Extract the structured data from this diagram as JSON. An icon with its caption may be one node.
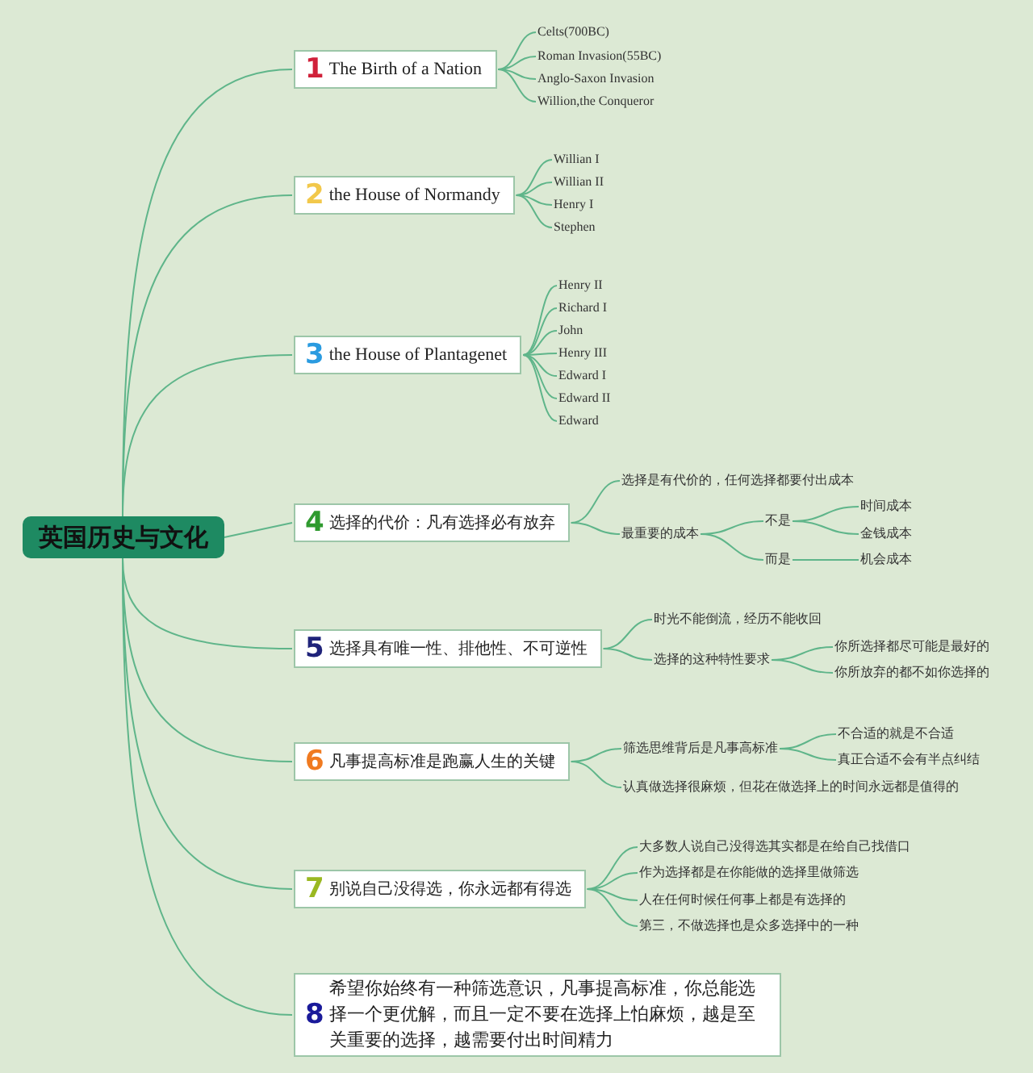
{
  "diagram": {
    "nodes": [
      {
        "text": [
          "英国历史与文化"
        ]
      },
      {
        "text": [
          "1",
          "The Birth of a Nation"
        ]
      },
      {
        "text": [
          "Celts(700BC)"
        ]
      },
      {
        "text": [
          "Roman Invasion(55BC)"
        ]
      },
      {
        "text": [
          "Anglo-Saxon Invasion"
        ]
      },
      {
        "text": [
          "Willion,the Conqueror"
        ]
      },
      {
        "text": [
          "2",
          "the House of Normandy"
        ]
      },
      {
        "text": [
          "Willian I"
        ]
      },
      {
        "text": [
          "Willian II"
        ]
      },
      {
        "text": [
          "Henry I"
        ]
      },
      {
        "text": [
          "Stephen"
        ]
      },
      {
        "text": [
          "3",
          "the House of Plantagenet"
        ]
      },
      {
        "text": [
          "Henry II"
        ]
      },
      {
        "text": [
          "Richard I"
        ]
      },
      {
        "text": [
          "John"
        ]
      },
      {
        "text": [
          "Henry III"
        ]
      },
      {
        "text": [
          "Edward I"
        ]
      },
      {
        "text": [
          "Edward II"
        ]
      },
      {
        "text": [
          "Edward"
        ]
      },
      {
        "text": [
          "4",
          "选择的代价：凡有选择必有放弃"
        ]
      },
      {
        "text": [
          "选择是有代价的，任何选择都要付出成本"
        ]
      },
      {
        "text": [
          "最重要的成本"
        ]
      },
      {
        "text": [
          "不是"
        ]
      },
      {
        "text": [
          "时间成本"
        ]
      },
      {
        "text": [
          "金钱成本"
        ]
      },
      {
        "text": [
          "而是"
        ]
      },
      {
        "text": [
          "机会成本"
        ]
      },
      {
        "text": [
          "5",
          "选择具有唯一性、排他性、不可逆性"
        ]
      },
      {
        "text": [
          "时光不能倒流，经历不能收回"
        ]
      },
      {
        "text": [
          "选择的这种特性要求"
        ]
      },
      {
        "text": [
          "你所选择都尽可能是最好的"
        ]
      },
      {
        "text": [
          "你所放弃的都不如你选择的"
        ]
      },
      {
        "text": [
          "6",
          "凡事提高标准是跑赢人生的关键"
        ]
      },
      {
        "text": [
          "筛选思维背后是凡事高标准"
        ]
      },
      {
        "text": [
          "不合适的就是不合适"
        ]
      },
      {
        "text": [
          "真正合适不会有半点纠结"
        ]
      },
      {
        "text": [
          "认真做选择很麻烦，但花在做选择上的时间永远都是值得的"
        ]
      },
      {
        "text": [
          "7",
          "别说自己没得选，你永远都有得选"
        ]
      },
      {
        "text": [
          "大多数人说自己没得选其实都是在给自己找借口"
        ]
      },
      {
        "text": [
          "作为选择都是在你能做的选择里做筛选"
        ]
      },
      {
        "text": [
          "人在任何时候任何事上都是有选择的"
        ]
      },
      {
        "text": [
          "第三，不做选择也是众多选择中的一种"
        ]
      },
      {
        "text": [
          "8",
          "希望你始终有一种筛选意识，凡事提高标准，你总能选择一个更优解，而且一定不要在选择上怕麻烦，越是至关重要的选择，越需要付出时间精力"
        ]
      }
    ],
    "edges": [
      {
        "from": 0,
        "to": 1,
        "arrow": "none"
      },
      {
        "from": 0,
        "to": 6,
        "arrow": "none"
      },
      {
        "from": 0,
        "to": 11,
        "arrow": "none"
      },
      {
        "from": 0,
        "to": 19,
        "arrow": "none"
      },
      {
        "from": 0,
        "to": 27,
        "arrow": "none"
      },
      {
        "from": 0,
        "to": 32,
        "arrow": "none"
      },
      {
        "from": 0,
        "to": 37,
        "arrow": "none"
      },
      {
        "from": 0,
        "to": 42,
        "arrow": "none"
      },
      {
        "from": 1,
        "to": 2,
        "arrow": "none"
      },
      {
        "from": 1,
        "to": 3,
        "arrow": "none"
      },
      {
        "from": 1,
        "to": 4,
        "arrow": "none"
      },
      {
        "from": 1,
        "to": 5,
        "arrow": "none"
      },
      {
        "from": 6,
        "to": 7,
        "arrow": "none"
      },
      {
        "from": 6,
        "to": 8,
        "arrow": "none"
      },
      {
        "from": 6,
        "to": 9,
        "arrow": "none"
      },
      {
        "from": 6,
        "to": 10,
        "arrow": "none"
      },
      {
        "from": 11,
        "to": 12,
        "arrow": "none"
      },
      {
        "from": 11,
        "to": 13,
        "arrow": "none"
      },
      {
        "from": 11,
        "to": 14,
        "arrow": "none"
      },
      {
        "from": 11,
        "to": 15,
        "arrow": "none"
      },
      {
        "from": 11,
        "to": 16,
        "arrow": "none"
      },
      {
        "from": 11,
        "to": 17,
        "arrow": "none"
      },
      {
        "from": 11,
        "to": 18,
        "arrow": "none"
      },
      {
        "from": 19,
        "to": 20,
        "arrow": "none"
      },
      {
        "from": 19,
        "to": 21,
        "arrow": "none"
      },
      {
        "from": 21,
        "to": 22,
        "arrow": "none"
      },
      {
        "from": 21,
        "to": 25,
        "arrow": "none"
      },
      {
        "from": 22,
        "to": 23,
        "arrow": "none"
      },
      {
        "from": 22,
        "to": 24,
        "arrow": "none"
      },
      {
        "from": 25,
        "to": 26,
        "arrow": "none"
      },
      {
        "from": 27,
        "to": 28,
        "arrow": "none"
      },
      {
        "from": 27,
        "to": 29,
        "arrow": "none"
      },
      {
        "from": 29,
        "to": 30,
        "arrow": "none"
      },
      {
        "from": 29,
        "to": 31,
        "arrow": "none"
      },
      {
        "from": 32,
        "to": 33,
        "arrow": "none"
      },
      {
        "from": 32,
        "to": 36,
        "arrow": "none"
      },
      {
        "from": 33,
        "to": 34,
        "arrow": "none"
      },
      {
        "from": 33,
        "to": 35,
        "arrow": "none"
      },
      {
        "from": 37,
        "to": 38,
        "arrow": "none"
      },
      {
        "from": 37,
        "to": 39,
        "arrow": "none"
      },
      {
        "from": 37,
        "to": 40,
        "arrow": "none"
      },
      {
        "from": 37,
        "to": 41,
        "arrow": "none"
      }
    ]
  }
}
